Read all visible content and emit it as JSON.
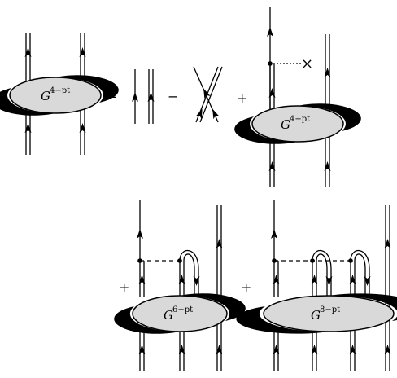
{
  "blobs": {
    "four_pt_1": {
      "base": "G",
      "sup": "4−pt"
    },
    "four_pt_2": {
      "base": "G",
      "sup": "4−pt"
    },
    "six_pt": {
      "base": "G",
      "sup": "6−pt"
    },
    "eight_pt": {
      "base": "G",
      "sup": "8−pt"
    }
  },
  "operators": {
    "equals": "=",
    "minus": "−",
    "plus_1": "+",
    "plus_2": "+",
    "plus_3": "+"
  },
  "marks": {
    "cross": "×"
  }
}
